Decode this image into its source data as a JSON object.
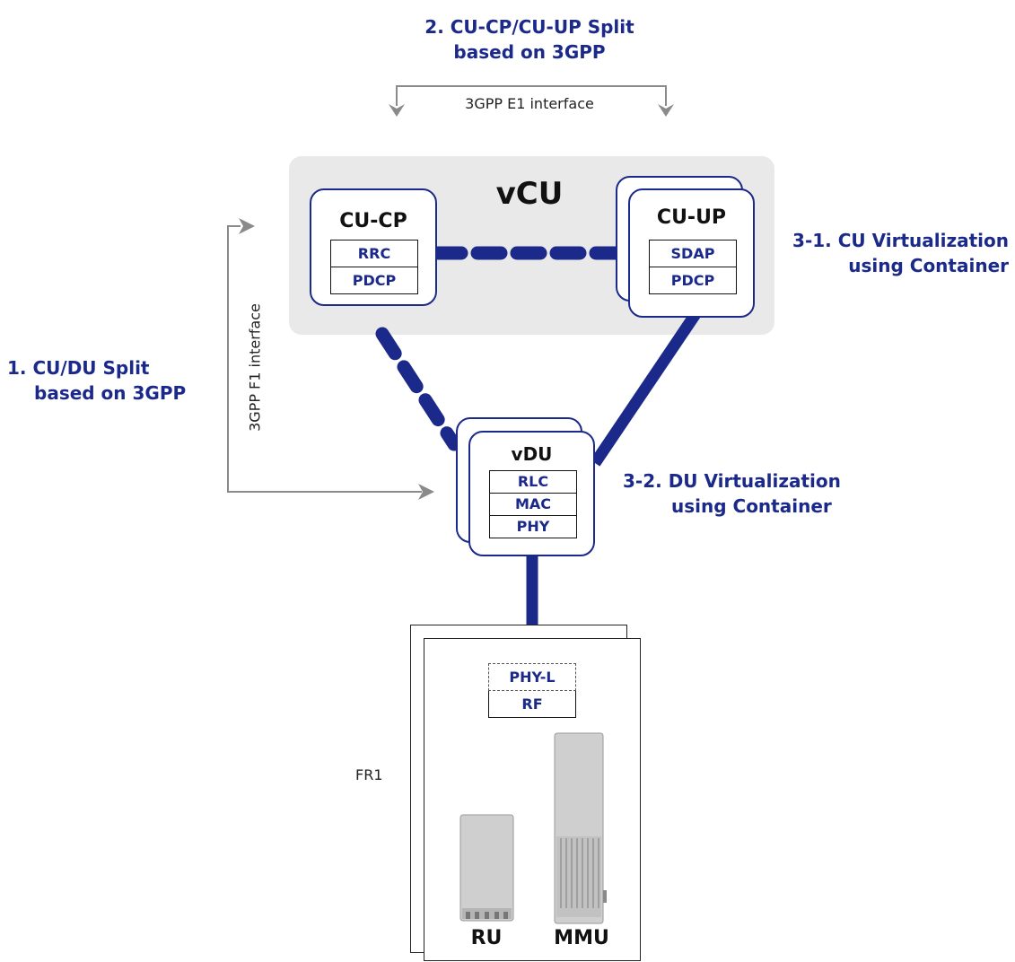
{
  "labels": {
    "split_cucp_cuup": [
      "2. CU-CP/CU-UP Split",
      "based on 3GPP"
    ],
    "e1_interface": "3GPP E1 interface",
    "cu_virtualization": [
      "3-1. CU Virtualization",
      "using Container"
    ],
    "cu_du_split": [
      "1. CU/DU Split",
      "based on 3GPP"
    ],
    "f1_interface": "3GPP F1 interface",
    "du_virtualization": [
      "3-2. DU Virtualization",
      "using Container"
    ],
    "fr1": "FR1"
  },
  "vcu": {
    "title": "vCU",
    "cu_cp": {
      "title": "CU-CP",
      "layers": [
        "RRC",
        "PDCP"
      ]
    },
    "cu_up": {
      "title": "CU-UP",
      "layers": [
        "SDAP",
        "PDCP"
      ]
    }
  },
  "vdu": {
    "title": "vDU",
    "layers": [
      "RLC",
      "MAC",
      "PHY"
    ]
  },
  "radio": {
    "layers": [
      "PHY-L",
      "RF"
    ],
    "devices": [
      "RU",
      "MMU"
    ]
  },
  "colors": {
    "accent": "#1b2a8a",
    "panel": "#e9e9e9",
    "arrow": "#8a8a8a"
  }
}
